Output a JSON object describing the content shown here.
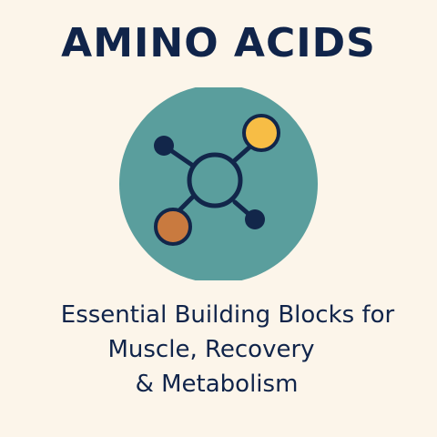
{
  "poster": {
    "title": "AMINO ACIDS",
    "subtitle_lines": [
      "Essential Building Blocks for",
      "Muscle, Recovery",
      "& Metabolism"
    ]
  },
  "icon": {
    "name": "molecule-icon"
  },
  "colors": {
    "background": "#fcf5ea",
    "text_navy": "#10244a",
    "circle_teal": "#5a9e9d",
    "node_yellow": "#f7bd45",
    "node_orange": "#c97a3f",
    "stroke_navy": "#12264a"
  }
}
